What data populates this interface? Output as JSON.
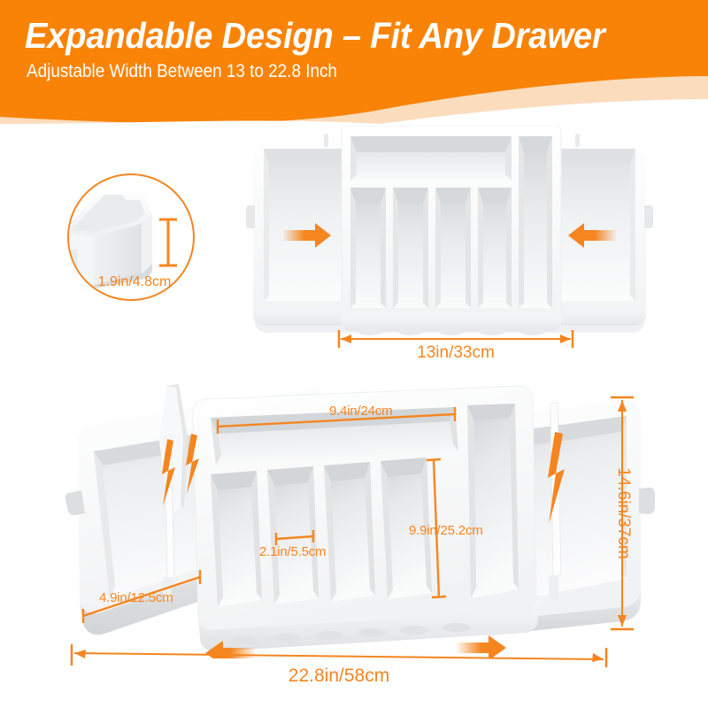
{
  "theme": {
    "brand_orange": "#F5851F",
    "banner_orange": "#F98307",
    "wave_peach": "#FBDCBD",
    "background": "#FFFFFF",
    "tray_white": "#FFFFFF",
    "tray_shadow_gray": "#D8DADC"
  },
  "header": {
    "title": "Expandable Design – Fit Any Drawer",
    "subtitle": "Adjustable Width Between 13 to 22.8 Inch"
  },
  "detail_inset": {
    "name": "tray-depth-closeup",
    "dimension_label": "1.9in/4.8cm",
    "caption": "1.9in/4.8cm"
  },
  "collapsed_view": {
    "name": "cutlery-tray-collapsed",
    "state": "collapsed",
    "width_label": "13in/33cm",
    "arrows": [
      {
        "name": "collapse-arrow-left",
        "direction": "right"
      },
      {
        "name": "collapse-arrow-right",
        "direction": "left"
      }
    ],
    "compartments": {
      "left_wing": 1,
      "top_long_slot": 1,
      "middle_slots": 4,
      "right_tall_slot": 1,
      "right_wing": 1
    }
  },
  "expanded_view": {
    "name": "cutlery-tray-expanded",
    "state": "expanded",
    "width_label": "22.8in/58cm",
    "height_label": "14.6in/37cm",
    "inner_long_slot_label": "9.4in/24cm",
    "inner_slot_width_label": "2.1in/5.5cm",
    "inner_depth_label": "9.9in/25.2cm",
    "wing_width_label": "4.9in/12.5cm",
    "arrows": [
      {
        "name": "expand-arrow-left",
        "direction": "left"
      },
      {
        "name": "expand-arrow-right",
        "direction": "right"
      }
    ],
    "slide-indicators": [
      {
        "name": "slide-rail-left",
        "icon": "lightning-bolt-icon"
      },
      {
        "name": "slide-rail-right",
        "icon": "lightning-bolt-icon"
      }
    ]
  }
}
